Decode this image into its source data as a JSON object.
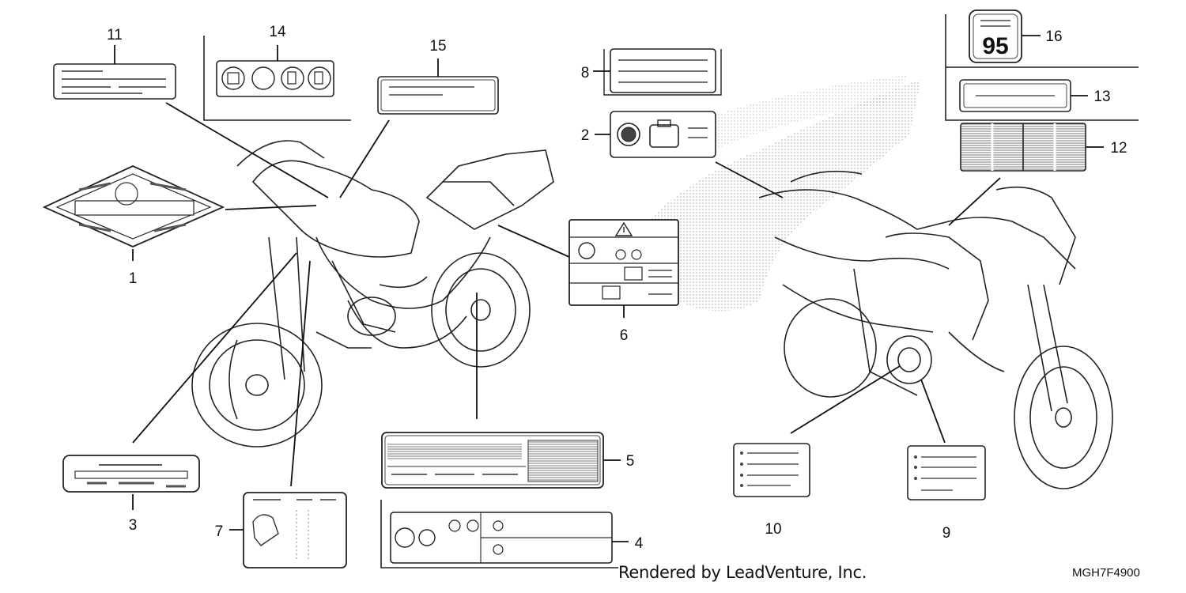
{
  "diagram": {
    "callouts": {
      "c1": "1",
      "c2": "2",
      "c3": "3",
      "c4": "4",
      "c5": "5",
      "c6": "6",
      "c7": "7",
      "c8": "8",
      "c9": "9",
      "c10": "10",
      "c11": "11",
      "c12": "12",
      "c13": "13",
      "c14": "14",
      "c15": "15",
      "c16": "16"
    },
    "fuel_label_value": "95",
    "credit": "Rendered by LeadVenture, Inc.",
    "diagram_code": "MGH7F4900"
  },
  "icons": {
    "warning": "warning-triangle-icon",
    "helmet": "helmet-icon",
    "fuel": "fuel-pump-icon",
    "book": "owners-manual-icon",
    "luggage": "luggage-icon"
  }
}
